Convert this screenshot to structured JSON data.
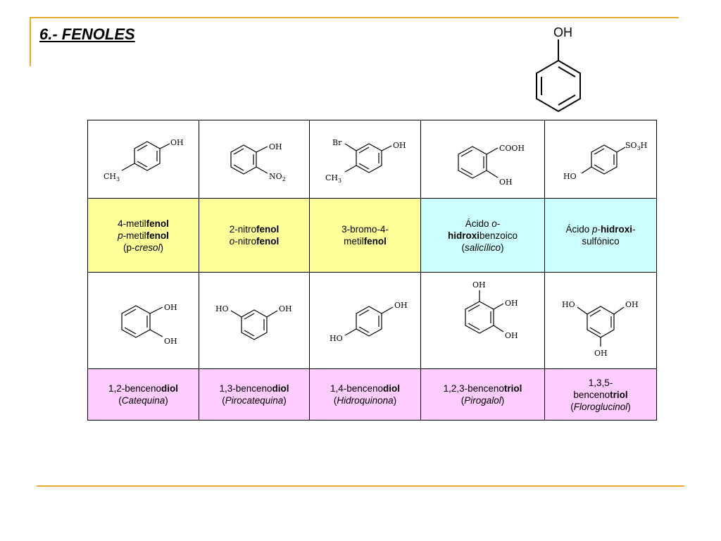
{
  "slide": {
    "title": "6.- FENOLES",
    "accent_color": "#e6a92a"
  },
  "phenol": {
    "label": "OH"
  },
  "row1_structures": [
    {
      "labels": [
        "OH",
        "CH",
        "3"
      ]
    },
    {
      "labels": [
        "OH",
        "NO",
        "2"
      ]
    },
    {
      "labels": [
        "Br",
        "OH",
        "CH",
        "3"
      ]
    },
    {
      "labels": [
        "COOH",
        "OH"
      ]
    },
    {
      "labels": [
        "SO",
        "3",
        "H",
        "HO"
      ]
    }
  ],
  "row1_names": [
    {
      "a": "4-metil",
      "b": "fenol",
      "c": "p",
      "d": "-metil",
      "e": "fenol",
      "f": "(p-",
      "g": "cresol",
      "h": ")"
    },
    {
      "a": "2-nitro",
      "b": "fenol",
      "c": "o",
      "d": "-nitro",
      "e": "fenol"
    },
    {
      "a": "3-bromo-4-",
      "b": "metil",
      "c": "fenol"
    },
    {
      "a": "Ácido ",
      "b": "o",
      "c": "-",
      "d": "hidroxi",
      "e": "benzoico",
      "f": "(",
      "g": "salicílico",
      "h": ")"
    },
    {
      "a": "Ácido ",
      "b": "p",
      "c": "-",
      "d": "hidroxi",
      "e": "-",
      "f": "sulfónico"
    }
  ],
  "row2_structures": [
    {
      "labels": [
        "OH",
        "OH"
      ]
    },
    {
      "labels": [
        "HO",
        "OH"
      ]
    },
    {
      "labels": [
        "OH",
        "HO"
      ]
    },
    {
      "labels": [
        "OH",
        "OH",
        "OH"
      ]
    },
    {
      "labels": [
        "HO",
        "OH",
        "OH"
      ]
    }
  ],
  "row2_names": [
    {
      "a": "1,2-benceno",
      "b": "diol",
      "c": "(",
      "d": "Catequina",
      "e": ")"
    },
    {
      "a": "1,3-benceno",
      "b": "diol",
      "c": "(",
      "d": "Pirocatequina",
      "e": ")"
    },
    {
      "a": "1,4-benceno",
      "b": "diol",
      "c": "(",
      "d": "Hidroquinona",
      "e": ")"
    },
    {
      "a": "1,2,3-benceno",
      "b": "triol",
      "c": "(",
      "d": "Pirogalol",
      "e": ")"
    },
    {
      "a": "1,3,5-",
      "b": "benceno",
      "c": "triol",
      "d": "(",
      "e": "Floroglucinol",
      "f": ")"
    }
  ],
  "colors": {
    "yellow_cells": "#ffff99",
    "cyan_cells": "#ccffff",
    "pink_cells": "#ffccff"
  }
}
